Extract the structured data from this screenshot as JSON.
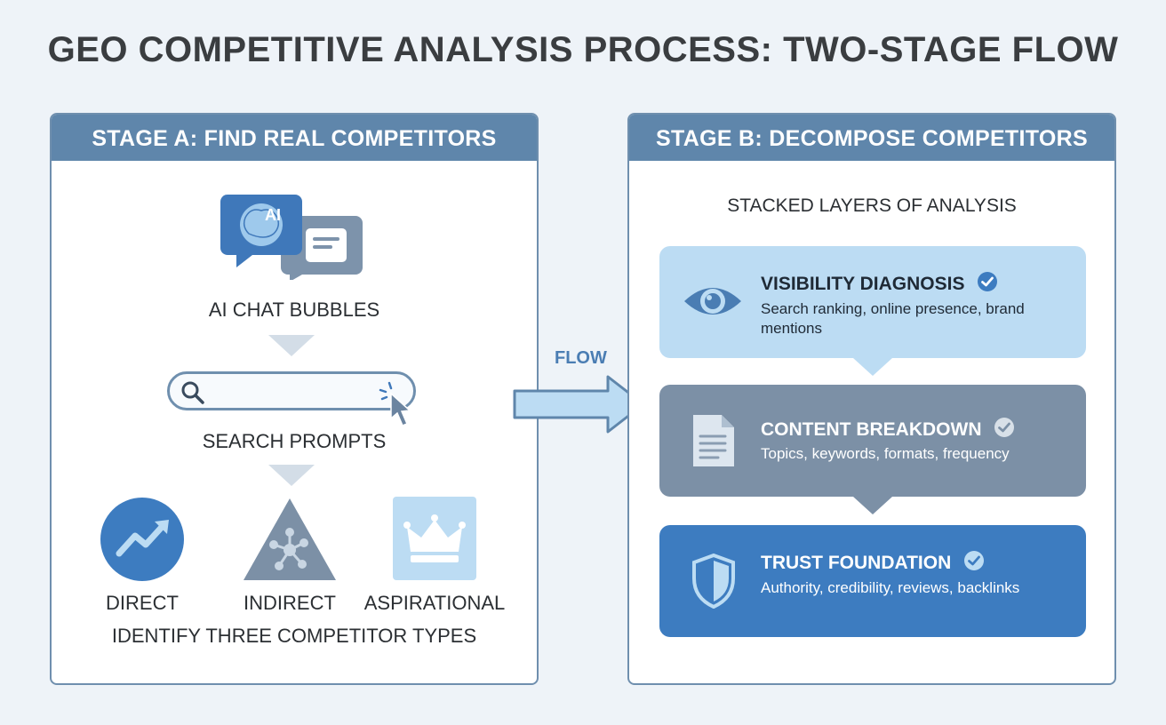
{
  "title": "GEO COMPETITIVE ANALYSIS PROCESS: TWO-STAGE FLOW",
  "stage_a": {
    "header": "STAGE A: FIND REAL COMPETITORS",
    "chat_icon_text": "AI",
    "chat_label": "AI CHAT BUBBLES",
    "search_label": "SEARCH PROMPTS",
    "types": [
      {
        "label": "DIRECT",
        "icon": "trending-up-icon"
      },
      {
        "label": "INDIRECT",
        "icon": "network-triangle-icon"
      },
      {
        "label": "ASPIRATIONAL",
        "icon": "crown-icon"
      }
    ],
    "types_caption": "IDENTIFY THREE COMPETITOR TYPES"
  },
  "flow_label": "FLOW",
  "stage_b": {
    "header": "STAGE B: DECOMPOSE COMPETITORS",
    "subtitle": "STACKED LAYERS OF ANALYSIS",
    "layers": [
      {
        "title": "VISIBILITY DIAGNOSIS",
        "desc": "Search ranking, online presence, brand mentions",
        "icon": "eye-icon"
      },
      {
        "title": "CONTENT BREAKDOWN",
        "desc": "Topics, keywords, formats, frequency",
        "icon": "document-icon"
      },
      {
        "title": "TRUST FOUNDATION",
        "desc": "Authority, credibility, reviews, backlinks",
        "icon": "shield-icon"
      }
    ]
  },
  "colors": {
    "header_blue": "#5f86ab",
    "light_blue": "#bcdcf3",
    "slate": "#7c90a6",
    "strong_blue": "#3d7cc0"
  }
}
